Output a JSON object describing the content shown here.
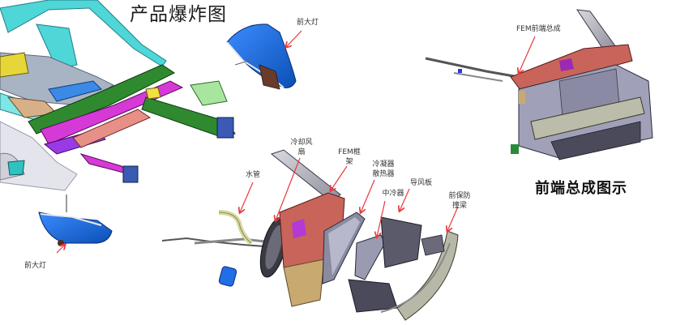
{
  "slide": {
    "title": "产品爆炸图",
    "subtitle": "前端总成图示"
  },
  "labels": {
    "headlamp_right": "前大灯",
    "headlamp_left": "前大灯",
    "fem_assembly": "FEM前端总成",
    "water_pipe": "水管",
    "cooling_fan": "冷却风扇",
    "fem_frame": "FEM框架",
    "condenser_radiator": "冷凝器散热器",
    "intercooler": "中冷器",
    "air_deflector": "导风板",
    "front_bumper_beam": "前保防撞梁"
  },
  "colors": {
    "arrow": "#e8383d",
    "headlamp_blue": "#1f6fd6",
    "frame_red": "#c8645a",
    "body_cyan": "#4fd6d6",
    "body_green": "#2f8a2f",
    "body_magenta": "#d63ad6",
    "metal_gray": "#9a9aa8"
  }
}
